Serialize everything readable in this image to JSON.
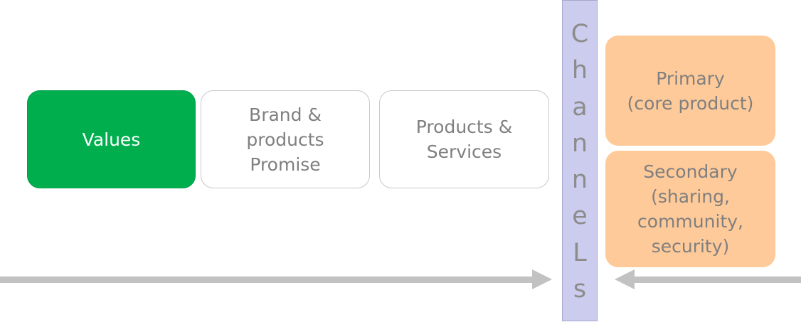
{
  "boxes": {
    "values": "Values",
    "brand": "Brand &\nproducts\nPromise",
    "products": "Products &\nServices",
    "primary": "Primary\n(core product)",
    "secondary": "Secondary\n(sharing,\ncommunity,\nsecurity)"
  },
  "channels_label": "ChanneLs",
  "colors": {
    "values_fill": "#00ae4e",
    "channel_fill": "#ccccee",
    "orange_fill": "#ffca99",
    "arrow": "#c2c2c2",
    "text_gray": "#7f7f7f"
  }
}
